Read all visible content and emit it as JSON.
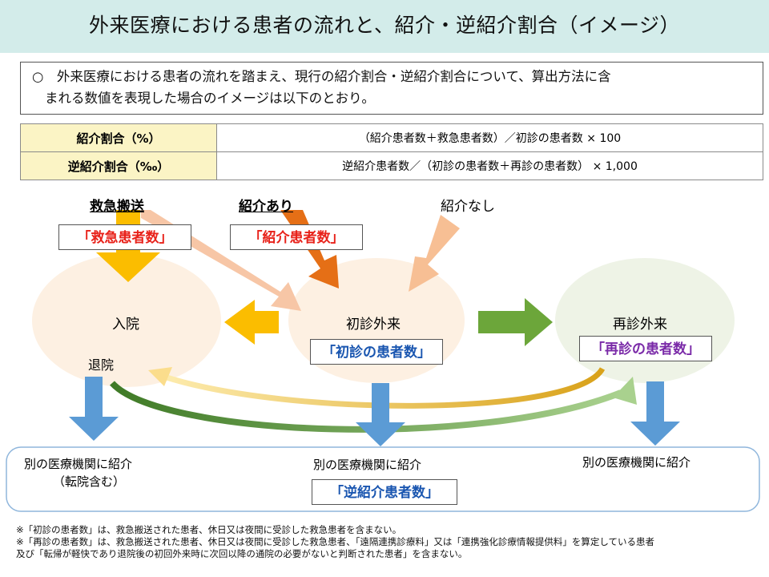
{
  "title": "外来医療における患者の流れと、紹介・逆紹介割合（イメージ）",
  "note": {
    "line1": "○　外来医療における患者の流れを踏まえ、現行の紹介割合・逆紹介割合について、算出方法に含",
    "line2": "まれる数値を表現した場合のイメージは以下のとおり。"
  },
  "formulas": [
    {
      "label": "紹介割合（%）",
      "formula": "（紹介患者数＋救急患者数）／初診の患者数 × 100"
    },
    {
      "label": "逆紹介割合（‰）",
      "formula": "逆紹介患者数／（初診の患者数＋再診の患者数） × 1,000"
    }
  ],
  "sources": {
    "emergency": "救急搬送",
    "referral": "紹介あり",
    "no_referral": "紹介なし"
  },
  "counts": {
    "emergency_patients": "「救急患者数」",
    "referral_patients": "「紹介患者数」",
    "first_visit_patients": "「初診の患者数」",
    "revisit_patients": "「再診の患者数」",
    "reverse_referral_patients": "「逆紹介患者数」"
  },
  "nodes": {
    "inpatient": "入院",
    "discharge": "退院",
    "first_visit": "初診外来",
    "revisit": "再診外来"
  },
  "destinations": {
    "left_line1": "別の医療機関に紹介",
    "left_line2": "（転院含む）",
    "center": "別の医療機関に紹介",
    "right": "別の医療機関に紹介"
  },
  "footnotes": [
    "※「初診の患者数」は、救急搬送された患者、休日又は夜間に受診した救急患者を含まない。",
    "※「再診の患者数」は、救急搬送された患者、休日又は夜間に受診した救急患者、「遠隔連携診療料」又は「連携強化診療情報提供料」を算定している患者",
    "及び「転帰が軽快であり退院後の初回外来時に次回以降の通院の必要がないと判断された患者」を含まない。"
  ],
  "colors": {
    "title_bg": "#d3ecea",
    "table_label_bg": "#fbf4c5",
    "node_fill": "#fdf0e2",
    "revisit_fill": "#eef3e6",
    "emergency_arrow": "#fbbd00",
    "referral_arrow": "#e56f16",
    "no_referral_arrow": "#f7bf94",
    "green_arrow": "#6ca63a",
    "blue_arrow": "#5b9bd5",
    "text_red": "#e8221a",
    "text_blue": "#1a56b0",
    "text_purple": "#7a2aa8"
  }
}
